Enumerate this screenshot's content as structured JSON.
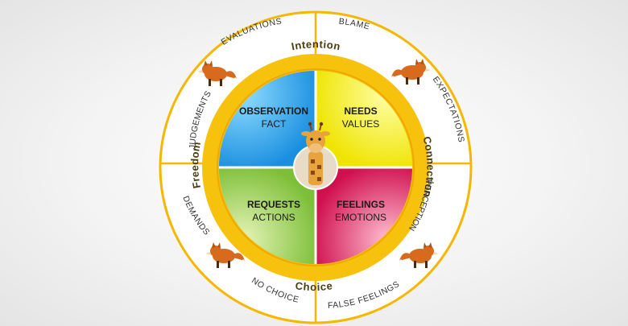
{
  "colors": {
    "background": "#f3f3f3",
    "outer_ring": "#ffffff",
    "ring_border": "#f5b700",
    "observation": "#1a9ee0",
    "needs": "#f2ef1c",
    "requests": "#8cc63e",
    "feelings": "#d9145a",
    "center": "#e8dcc8"
  },
  "outer_labels": {
    "evaluations": "EVALUATIONS",
    "blame": "BLAME",
    "expectations": "EXPECTATIONS",
    "perception": "PERCEPTION",
    "false_feelings": "FALSE FEELINGS",
    "no_choice": "NO CHOICE",
    "demands": "DEMANDS",
    "judgements": "JUDGEMENTS"
  },
  "ring_labels": {
    "top": "Intention",
    "right": "Connection",
    "bottom": "Choice",
    "left": "Freedom"
  },
  "quadrants": {
    "observation": {
      "title": "OBSERVATION",
      "subtitle": "FACT"
    },
    "needs": {
      "title": "NEEDS",
      "subtitle": "VALUES"
    },
    "requests": {
      "title": "REQUESTS",
      "subtitle": "ACTIONS"
    },
    "feelings": {
      "title": "FEELINGS",
      "subtitle": "EMOTIONS"
    }
  },
  "icons": {
    "center": "giraffe-icon",
    "corners": "fox-icon"
  }
}
